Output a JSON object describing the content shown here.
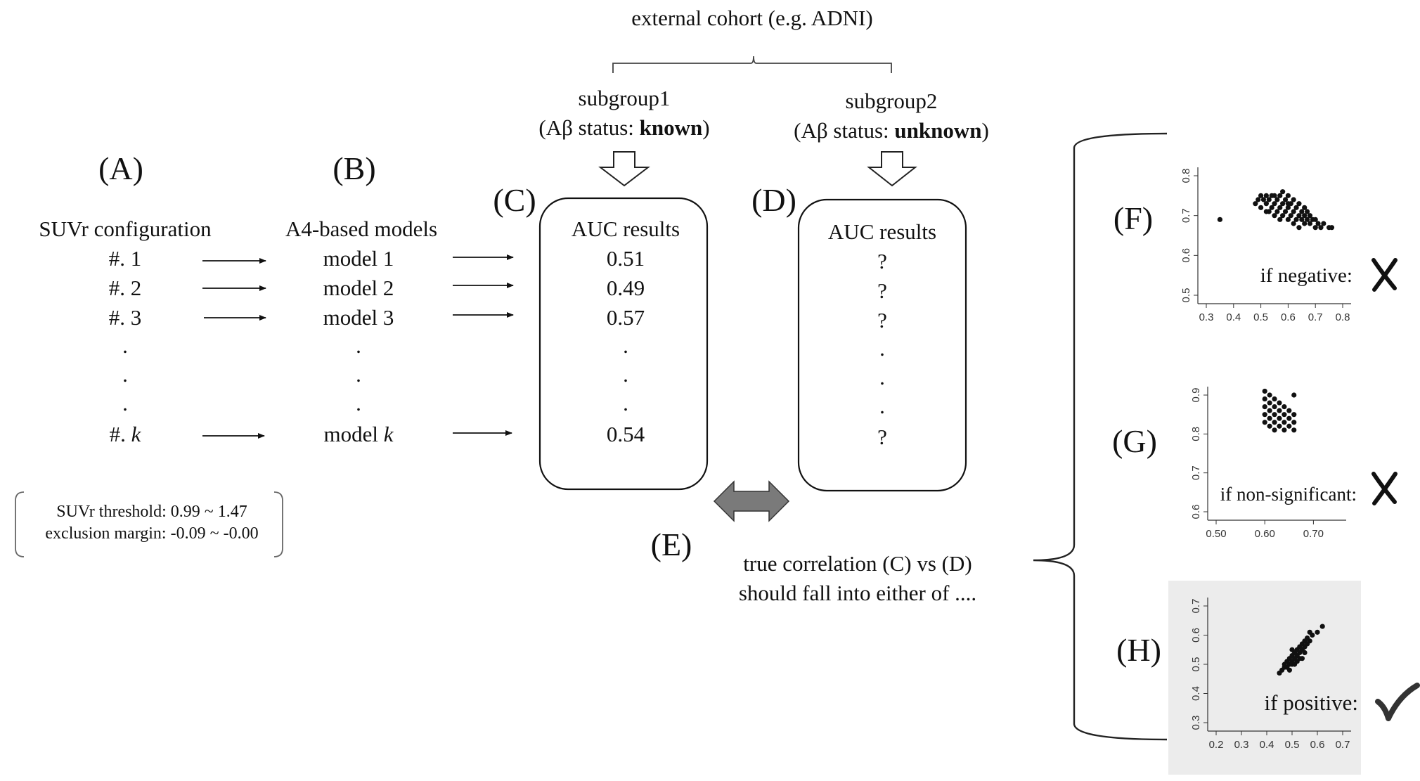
{
  "cohort_label": "external cohort (e.g. ADNI)",
  "subgroups": [
    {
      "name": "subgroup1",
      "status_prefix": "(Aβ status: ",
      "status_value": "known",
      "status_suffix": ")"
    },
    {
      "name": "subgroup2",
      "status_prefix": "(Aβ status: ",
      "status_value": "unknown",
      "status_suffix": ")"
    }
  ],
  "labels": {
    "A": "(A)",
    "B": "(B)",
    "C": "(C)",
    "D": "(D)",
    "E": "(E)",
    "F": "(F)",
    "G": "(G)",
    "H": "(H)"
  },
  "column_A": {
    "header": "SUVr configuration",
    "rows": [
      "#. 1",
      "#. 2",
      "#. 3"
    ],
    "last_prefix": "#. ",
    "last_var": "k"
  },
  "column_B": {
    "header": "A4-based models",
    "rows": [
      "model 1",
      "model 2",
      "model 3"
    ],
    "last_prefix": "model ",
    "last_var": "k"
  },
  "column_C": {
    "header": "AUC results",
    "rows": [
      "0.51",
      "0.49",
      "0.57"
    ],
    "last": "0.54"
  },
  "column_D": {
    "header": "AUC results",
    "rows": [
      "?",
      "?",
      "?"
    ],
    "last": "?"
  },
  "ellipsis_dot": ".",
  "threshold_box": {
    "line1": "SUVr threshold: 0.99 ~ 1.47",
    "line2": "exclusion margin: -0.09 ~ -0.00"
  },
  "correlation_text": {
    "line1": "true correlation (C) vs (D)",
    "line2": "should fall into either of ...."
  },
  "outcomes": [
    {
      "key": "F",
      "label": "if negative:",
      "mark": "✗",
      "mark_icon": "cross-icon"
    },
    {
      "key": "G",
      "label": "if non-significant:",
      "mark": "✗",
      "mark_icon": "cross-icon"
    },
    {
      "key": "H",
      "label": "if positive:",
      "mark": "✓",
      "mark_icon": "check-icon"
    }
  ],
  "colors": {
    "arrow_gray": "#7a7a7a",
    "panel_H_bg": "#ececec",
    "text": "#111111"
  },
  "chart_data": [
    {
      "type": "scatter",
      "panel": "F",
      "xlim": [
        0.3,
        0.8
      ],
      "ylim": [
        0.5,
        0.8
      ],
      "xticks": [
        "0.3",
        "0.4",
        "0.5",
        "0.6",
        "0.7",
        "0.8"
      ],
      "yticks": [
        "0.5",
        "0.6",
        "0.7",
        "0.8"
      ],
      "points": [
        [
          0.35,
          0.69
        ],
        [
          0.48,
          0.73
        ],
        [
          0.49,
          0.74
        ],
        [
          0.5,
          0.75
        ],
        [
          0.5,
          0.72
        ],
        [
          0.51,
          0.74
        ],
        [
          0.52,
          0.75
        ],
        [
          0.52,
          0.73
        ],
        [
          0.53,
          0.71
        ],
        [
          0.53,
          0.74
        ],
        [
          0.54,
          0.75
        ],
        [
          0.54,
          0.72
        ],
        [
          0.55,
          0.73
        ],
        [
          0.55,
          0.75
        ],
        [
          0.56,
          0.74
        ],
        [
          0.56,
          0.71
        ],
        [
          0.57,
          0.72
        ],
        [
          0.57,
          0.75
        ],
        [
          0.58,
          0.73
        ],
        [
          0.58,
          0.7
        ],
        [
          0.59,
          0.74
        ],
        [
          0.59,
          0.71
        ],
        [
          0.6,
          0.72
        ],
        [
          0.6,
          0.69
        ],
        [
          0.6,
          0.75
        ],
        [
          0.61,
          0.73
        ],
        [
          0.61,
          0.7
        ],
        [
          0.62,
          0.71
        ],
        [
          0.62,
          0.68
        ],
        [
          0.63,
          0.72
        ],
        [
          0.63,
          0.69
        ],
        [
          0.64,
          0.7
        ],
        [
          0.64,
          0.73
        ],
        [
          0.65,
          0.69
        ],
        [
          0.65,
          0.71
        ],
        [
          0.66,
          0.68
        ],
        [
          0.66,
          0.7
        ],
        [
          0.67,
          0.69
        ],
        [
          0.67,
          0.71
        ],
        [
          0.68,
          0.68
        ],
        [
          0.68,
          0.7
        ],
        [
          0.69,
          0.69
        ],
        [
          0.7,
          0.67
        ],
        [
          0.71,
          0.68
        ],
        [
          0.72,
          0.67
        ],
        [
          0.73,
          0.68
        ],
        [
          0.75,
          0.67
        ],
        [
          0.76,
          0.67
        ],
        [
          0.58,
          0.76
        ],
        [
          0.55,
          0.7
        ],
        [
          0.57,
          0.69
        ],
        [
          0.62,
          0.74
        ],
        [
          0.64,
          0.67
        ],
        [
          0.52,
          0.71
        ],
        [
          0.6,
          0.73
        ],
        [
          0.66,
          0.72
        ],
        [
          0.7,
          0.69
        ]
      ]
    },
    {
      "type": "scatter",
      "panel": "G",
      "xlim": [
        0.5,
        0.75
      ],
      "ylim": [
        0.6,
        0.9
      ],
      "xticks": [
        "0.50",
        "0.60",
        "0.70"
      ],
      "yticks": [
        "0.6",
        "0.7",
        "0.8",
        "0.9"
      ],
      "points": [
        [
          0.6,
          0.91
        ],
        [
          0.6,
          0.89
        ],
        [
          0.6,
          0.87
        ],
        [
          0.6,
          0.85
        ],
        [
          0.6,
          0.83
        ],
        [
          0.61,
          0.9
        ],
        [
          0.61,
          0.88
        ],
        [
          0.61,
          0.86
        ],
        [
          0.61,
          0.84
        ],
        [
          0.61,
          0.82
        ],
        [
          0.62,
          0.89
        ],
        [
          0.62,
          0.87
        ],
        [
          0.62,
          0.85
        ],
        [
          0.62,
          0.83
        ],
        [
          0.62,
          0.81
        ],
        [
          0.63,
          0.88
        ],
        [
          0.63,
          0.86
        ],
        [
          0.63,
          0.84
        ],
        [
          0.63,
          0.82
        ],
        [
          0.64,
          0.87
        ],
        [
          0.64,
          0.85
        ],
        [
          0.64,
          0.83
        ],
        [
          0.64,
          0.81
        ],
        [
          0.65,
          0.86
        ],
        [
          0.65,
          0.84
        ],
        [
          0.65,
          0.82
        ],
        [
          0.66,
          0.9
        ],
        [
          0.66,
          0.85
        ],
        [
          0.66,
          0.83
        ],
        [
          0.66,
          0.81
        ]
      ]
    },
    {
      "type": "scatter",
      "panel": "H",
      "xlim": [
        0.2,
        0.7
      ],
      "ylim": [
        0.3,
        0.7
      ],
      "xticks": [
        "0.2",
        "0.3",
        "0.4",
        "0.5",
        "0.6",
        "0.7"
      ],
      "yticks": [
        "0.3",
        "0.4",
        "0.5",
        "0.6",
        "0.7"
      ],
      "points": [
        [
          0.46,
          0.48
        ],
        [
          0.47,
          0.49
        ],
        [
          0.47,
          0.5
        ],
        [
          0.48,
          0.49
        ],
        [
          0.48,
          0.51
        ],
        [
          0.49,
          0.5
        ],
        [
          0.49,
          0.52
        ],
        [
          0.5,
          0.51
        ],
        [
          0.5,
          0.53
        ],
        [
          0.5,
          0.5
        ],
        [
          0.51,
          0.52
        ],
        [
          0.51,
          0.54
        ],
        [
          0.52,
          0.53
        ],
        [
          0.52,
          0.55
        ],
        [
          0.52,
          0.51
        ],
        [
          0.53,
          0.54
        ],
        [
          0.53,
          0.56
        ],
        [
          0.54,
          0.55
        ],
        [
          0.54,
          0.57
        ],
        [
          0.55,
          0.56
        ],
        [
          0.55,
          0.58
        ],
        [
          0.56,
          0.57
        ],
        [
          0.56,
          0.59
        ],
        [
          0.57,
          0.58
        ],
        [
          0.58,
          0.6
        ],
        [
          0.49,
          0.48
        ],
        [
          0.51,
          0.5
        ],
        [
          0.53,
          0.52
        ],
        [
          0.55,
          0.54
        ],
        [
          0.57,
          0.61
        ],
        [
          0.6,
          0.61
        ],
        [
          0.62,
          0.63
        ],
        [
          0.45,
          0.47
        ],
        [
          0.5,
          0.55
        ],
        [
          0.54,
          0.52
        ]
      ]
    }
  ]
}
